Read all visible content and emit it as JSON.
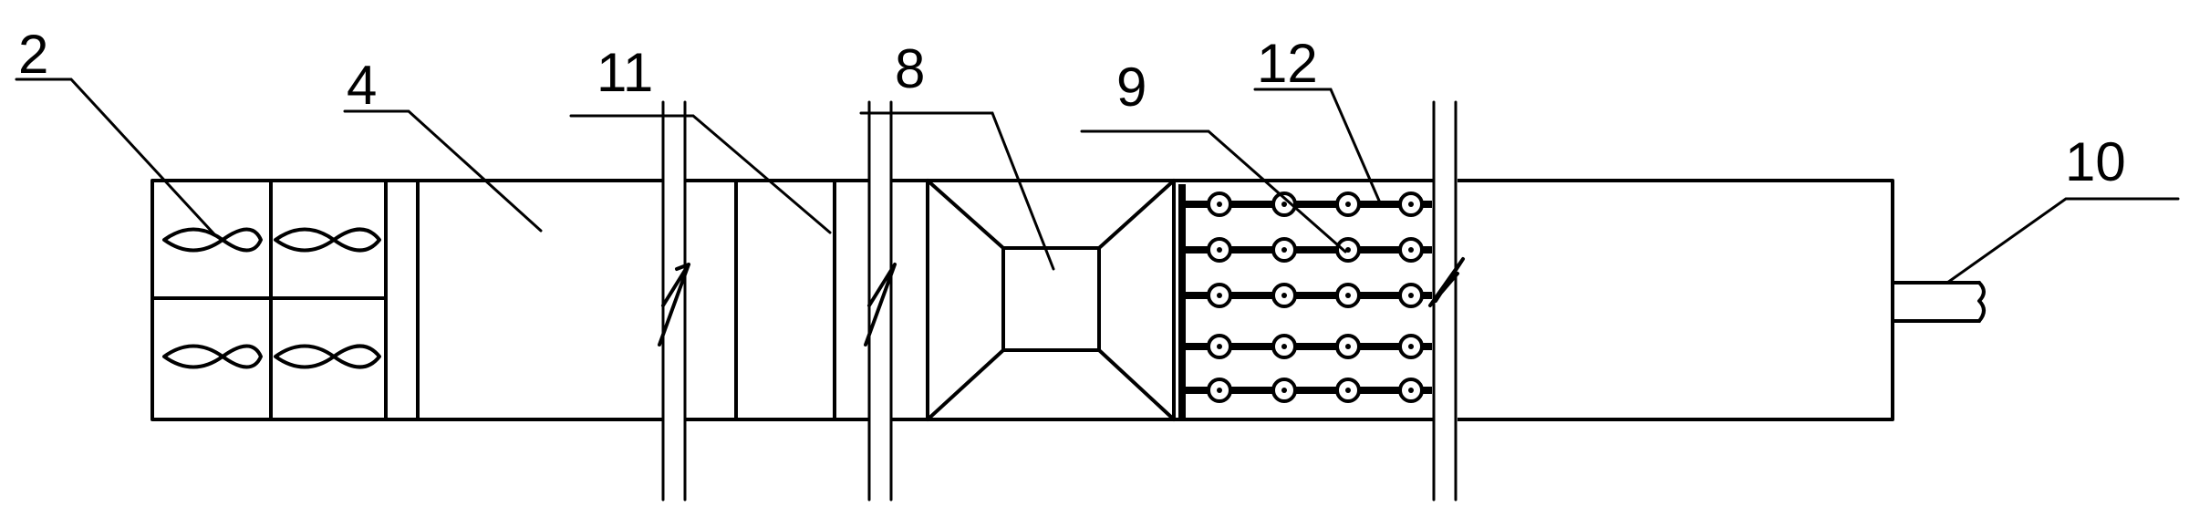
{
  "labels": {
    "fan": "2",
    "chamber": "4",
    "section_11": "11",
    "section_8": "8",
    "section_9": "9",
    "outlet": "10",
    "section_12": "12"
  }
}
